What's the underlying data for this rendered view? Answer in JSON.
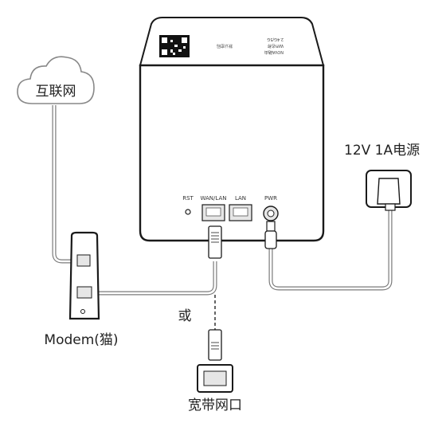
{
  "labels": {
    "internet": "互联网",
    "power_adapter": "12V 1A电源",
    "modem": "Modem(猫)",
    "or": "或",
    "broadband_port": "宽带网口"
  },
  "router": {
    "ports": {
      "rst": "RST",
      "wan_lan": "WAN/LAN",
      "lan": "LAN",
      "pwr": "PWR"
    },
    "sticker": {
      "line1": "NOVA路由",
      "line2": "WiFi名称",
      "line3": "2.4G/5G",
      "line4": "默认密码"
    }
  },
  "colors": {
    "stroke": "#1a1a1a",
    "cable_outline": "#7a7a7a",
    "cable_fill": "#ffffff",
    "port_fill": "#e6e6e6"
  },
  "icons": [
    "cloud-icon",
    "router-device",
    "modem-device",
    "power-adapter-icon",
    "ethernet-plug-icon",
    "wall-port-icon"
  ]
}
